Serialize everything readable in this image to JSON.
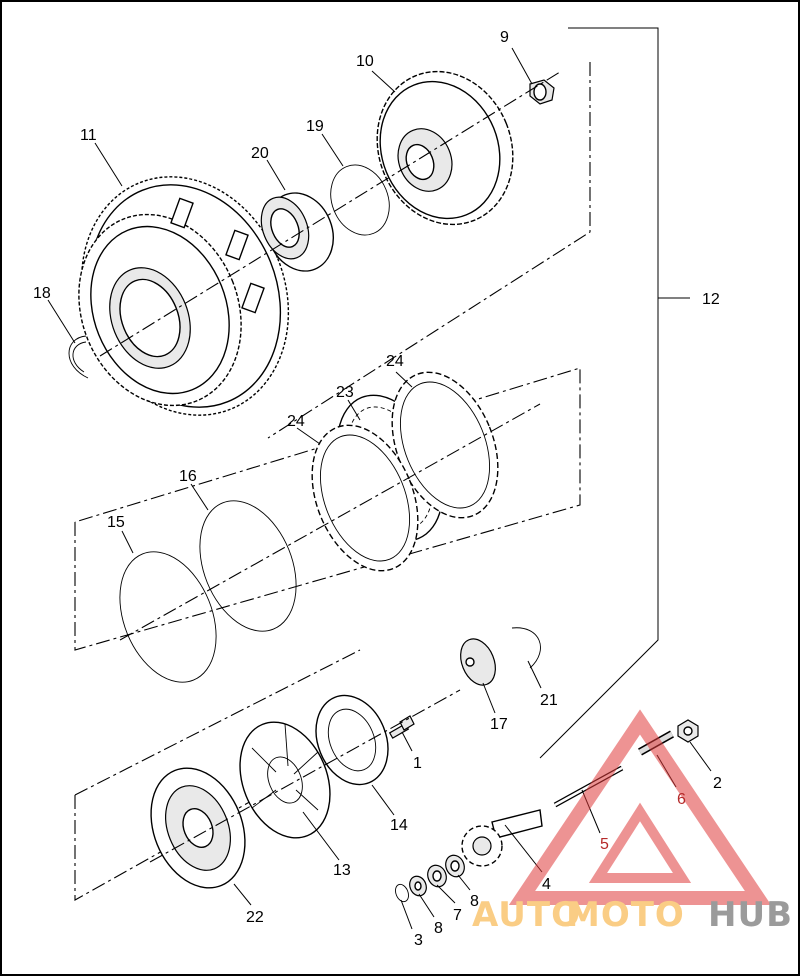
{
  "diagram": {
    "callouts": [
      {
        "id": "c1",
        "text": "1"
      },
      {
        "id": "c2",
        "text": "2"
      },
      {
        "id": "c3",
        "text": "3"
      },
      {
        "id": "c4",
        "text": "4"
      },
      {
        "id": "c5",
        "text": "5"
      },
      {
        "id": "c6",
        "text": "6"
      },
      {
        "id": "c7",
        "text": "7"
      },
      {
        "id": "c8a",
        "text": "8"
      },
      {
        "id": "c8b",
        "text": "8"
      },
      {
        "id": "c9",
        "text": "9"
      },
      {
        "id": "c10",
        "text": "10"
      },
      {
        "id": "c11",
        "text": "11"
      },
      {
        "id": "c12",
        "text": "12"
      },
      {
        "id": "c13",
        "text": "13"
      },
      {
        "id": "c14",
        "text": "14"
      },
      {
        "id": "c15",
        "text": "15"
      },
      {
        "id": "c16",
        "text": "16"
      },
      {
        "id": "c17",
        "text": "17"
      },
      {
        "id": "c18",
        "text": "18"
      },
      {
        "id": "c19",
        "text": "19"
      },
      {
        "id": "c20",
        "text": "20"
      },
      {
        "id": "c21",
        "text": "21"
      },
      {
        "id": "c22",
        "text": "22"
      },
      {
        "id": "c23",
        "text": "23"
      },
      {
        "id": "c24a",
        "text": "24"
      },
      {
        "id": "c24b",
        "text": "24"
      }
    ]
  },
  "watermark": {
    "text_auto": "AUTO",
    "text_moto": "MOTO",
    "text_hub": "HUB",
    "colors": {
      "triangle": "#e03b3b",
      "auto": "#f6a623",
      "moto": "#f6a623",
      "hub": "#4a4a4a"
    }
  }
}
